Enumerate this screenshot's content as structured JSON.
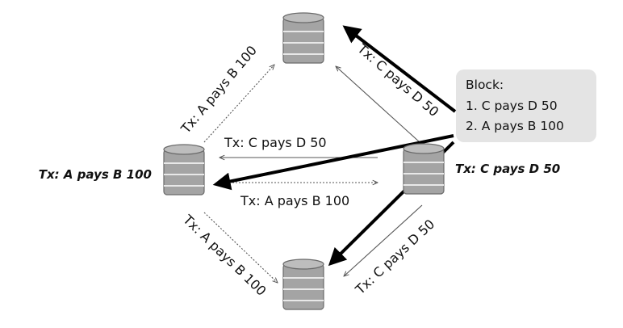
{
  "nodes": {
    "top": {
      "label": ""
    },
    "left": {
      "label": "Tx: A pays B 100"
    },
    "right": {
      "label": "Tx: C pays D 50"
    },
    "bottom": {
      "label": ""
    }
  },
  "edges": {
    "left_to_top": "Tx: A pays B 100",
    "right_to_top": "Tx: C pays D 50",
    "right_to_left": "Tx: C pays D 50",
    "left_to_right": "Tx: A pays B 100",
    "left_to_bottom": "Tx: A pays B 100",
    "right_to_bottom": "Tx: C pays D 50"
  },
  "block": {
    "title": "Block:",
    "items": [
      "1. C pays D 50",
      "2. A pays B 100"
    ]
  },
  "colors": {
    "db_fill": "#a4a4a4",
    "db_stroke": "#6a6a6a",
    "block_bg": "#e4e4e4",
    "thin_arrow": "#555555",
    "thick_arrow": "#000000"
  }
}
